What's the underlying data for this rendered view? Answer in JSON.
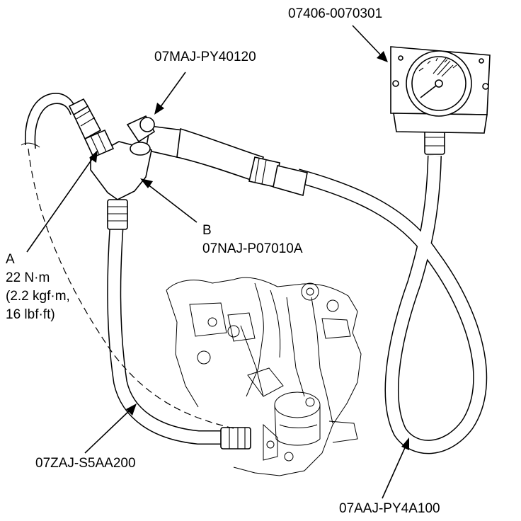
{
  "labels": {
    "gauge_part": "07406-0070301",
    "adapter_part": "07MAJ-PY40120",
    "b_letter": "B",
    "b_part": "07NAJ-P07010A",
    "a_letter": "A",
    "a_torque": "22 N·m",
    "a_torque_kgf": "(2.2 kgf·m,",
    "a_torque_lbf": "16 lbf·ft)",
    "left_hose_part": "07ZAJ-S5AA200",
    "right_hose_part": "07AAJ-PY4A100"
  }
}
